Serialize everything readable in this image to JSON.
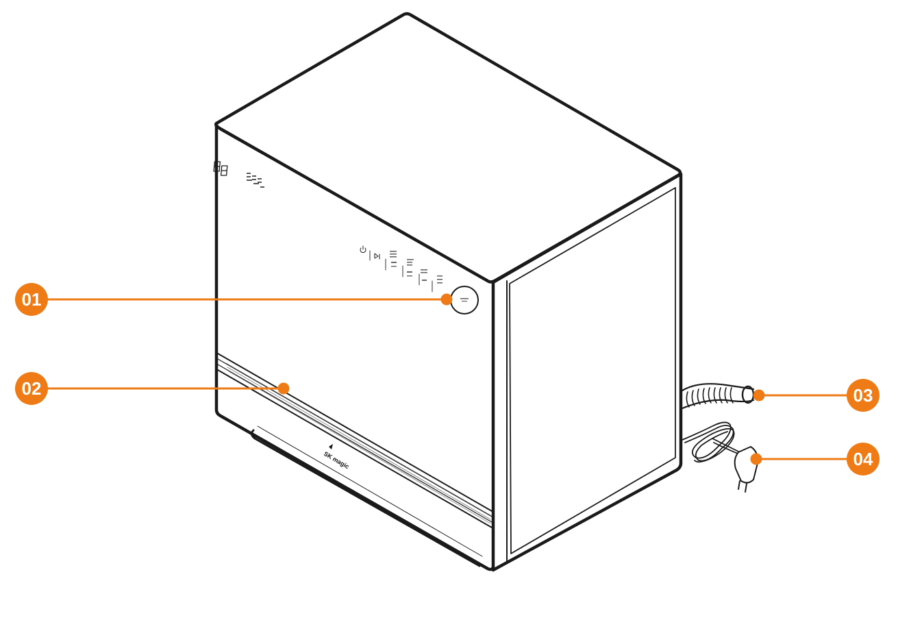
{
  "callouts": [
    {
      "number": "01"
    },
    {
      "number": "02"
    },
    {
      "number": "03"
    },
    {
      "number": "04"
    }
  ],
  "brand": {
    "logo_text": "SK magic"
  },
  "colors": {
    "accent": "#ee7b16",
    "line": "#1a1a1a",
    "background": "#ffffff"
  }
}
